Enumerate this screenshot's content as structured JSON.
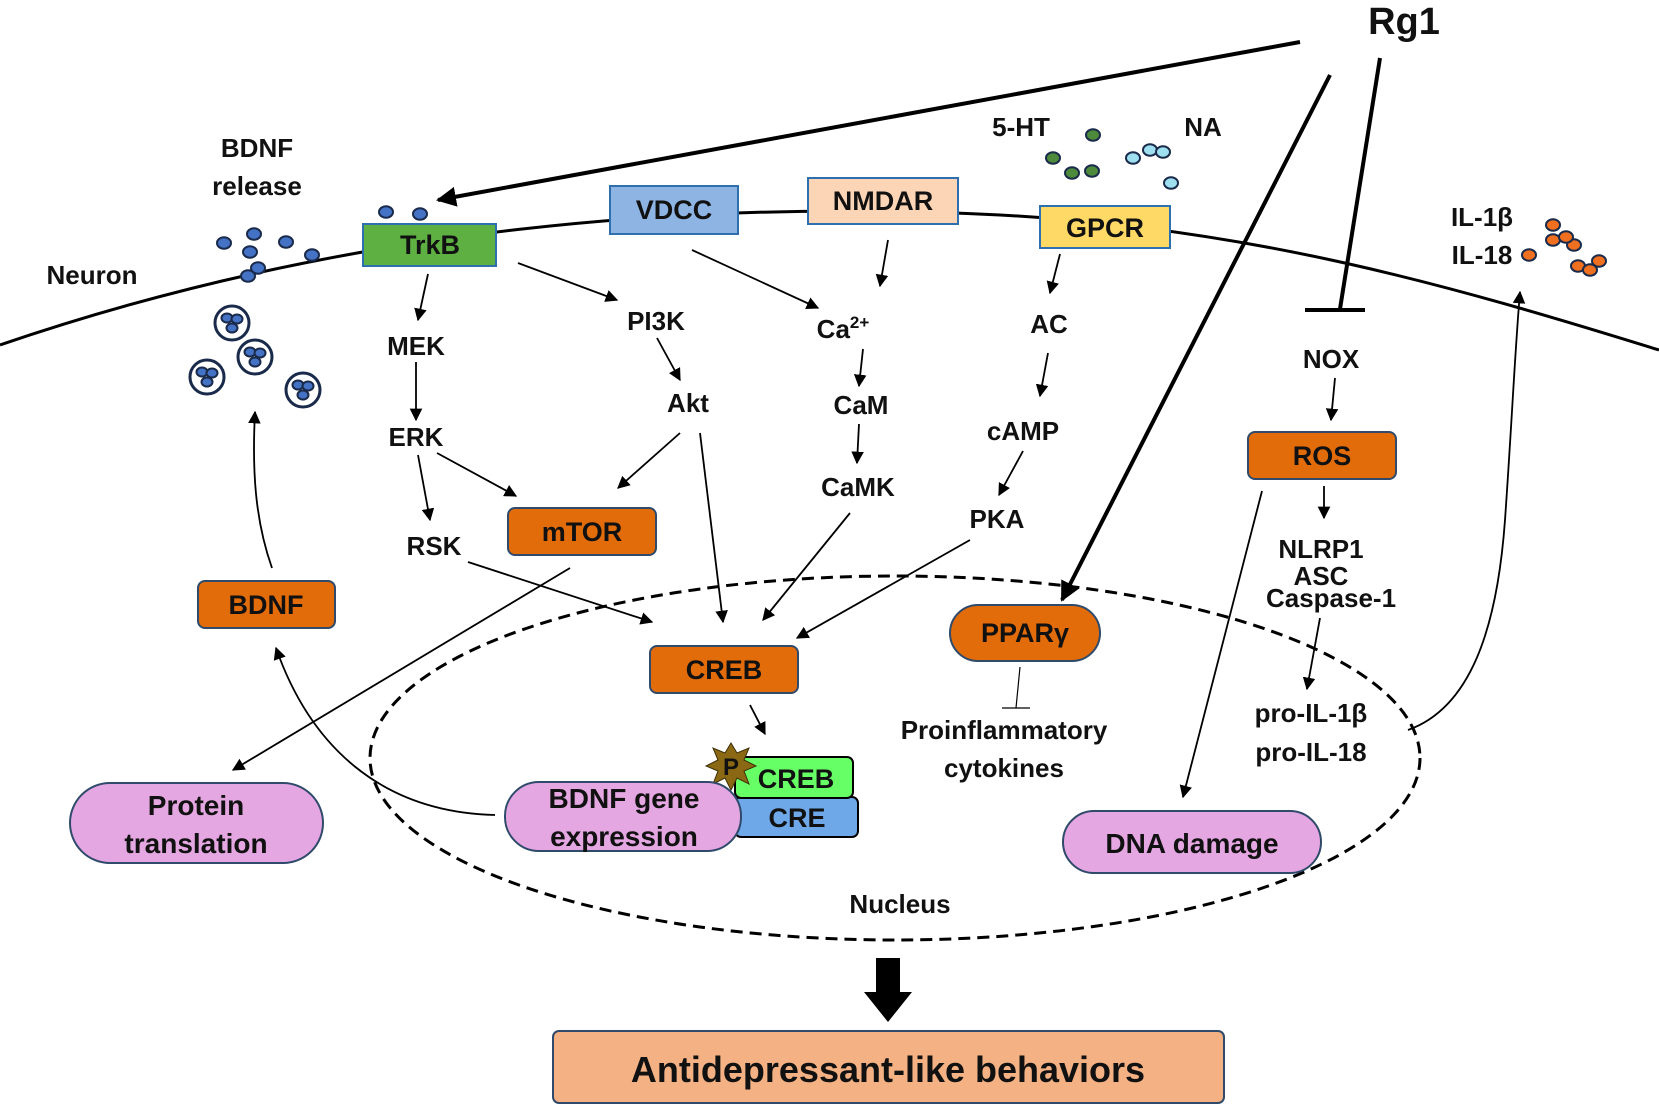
{
  "labels": {
    "rg1": "Rg1",
    "bdnf_release_1": "BDNF",
    "bdnf_release_2": "release",
    "neuron": "Neuron",
    "five_ht": "5-HT",
    "na": "NA",
    "mek": "MEK",
    "erk": "ERK",
    "rsk": "RSK",
    "pi3k": "PI3K",
    "akt": "Akt",
    "ca_base": "Ca",
    "ca_sup": "2+",
    "cam": "CaM",
    "camk": "CaMK",
    "ac": "AC",
    "camp": "cAMP",
    "pka": "PKA",
    "nox": "NOX",
    "nlrp1": "NLRP1",
    "asc": "ASC",
    "caspase1": "Caspase-1",
    "pro_il1b": "pro-IL-1β",
    "pro_il18": "pro-IL-18",
    "il1b": "IL-1β",
    "il18": "IL-18",
    "proinflammatory_1": "Proinflammatory",
    "proinflammatory_2": "cytokines",
    "nucleus": "Nucleus",
    "p_badge": "P"
  },
  "boxes": {
    "trkb": "TrkB",
    "vdcc": "VDCC",
    "nmdar": "NMDAR",
    "gpcr": "GPCR",
    "mtor": "mTOR",
    "bdnf": "BDNF",
    "creb": "CREB",
    "ppary": "PPARγ",
    "ros": "ROS",
    "creb_bound": "CREB",
    "cre": "CRE"
  },
  "pills": {
    "protein_translation_1": "Protein",
    "protein_translation_2": "translation",
    "bdnf_gene_1": "BDNF gene",
    "bdnf_gene_2": "expression",
    "dna_damage": "DNA damage"
  },
  "outcome": "Antidepressant-like behaviors",
  "colors": {
    "orange_box": "#e36c0a",
    "green_box": "#5fb043",
    "blue_box": "#8db4e2",
    "peach_box": "#fbd5b5",
    "yellow_box": "#ffd966",
    "pink_pill": "#e5a7e2",
    "outcome_fill": "#f4b183",
    "bright_green": "#66ff66",
    "cre_blue": "#6fa8e8",
    "ht_dot": "#4e8a3c",
    "na_dot": "#9fe0f0",
    "il_dot": "#f07020",
    "bdnf_dot": "#4472c4"
  }
}
